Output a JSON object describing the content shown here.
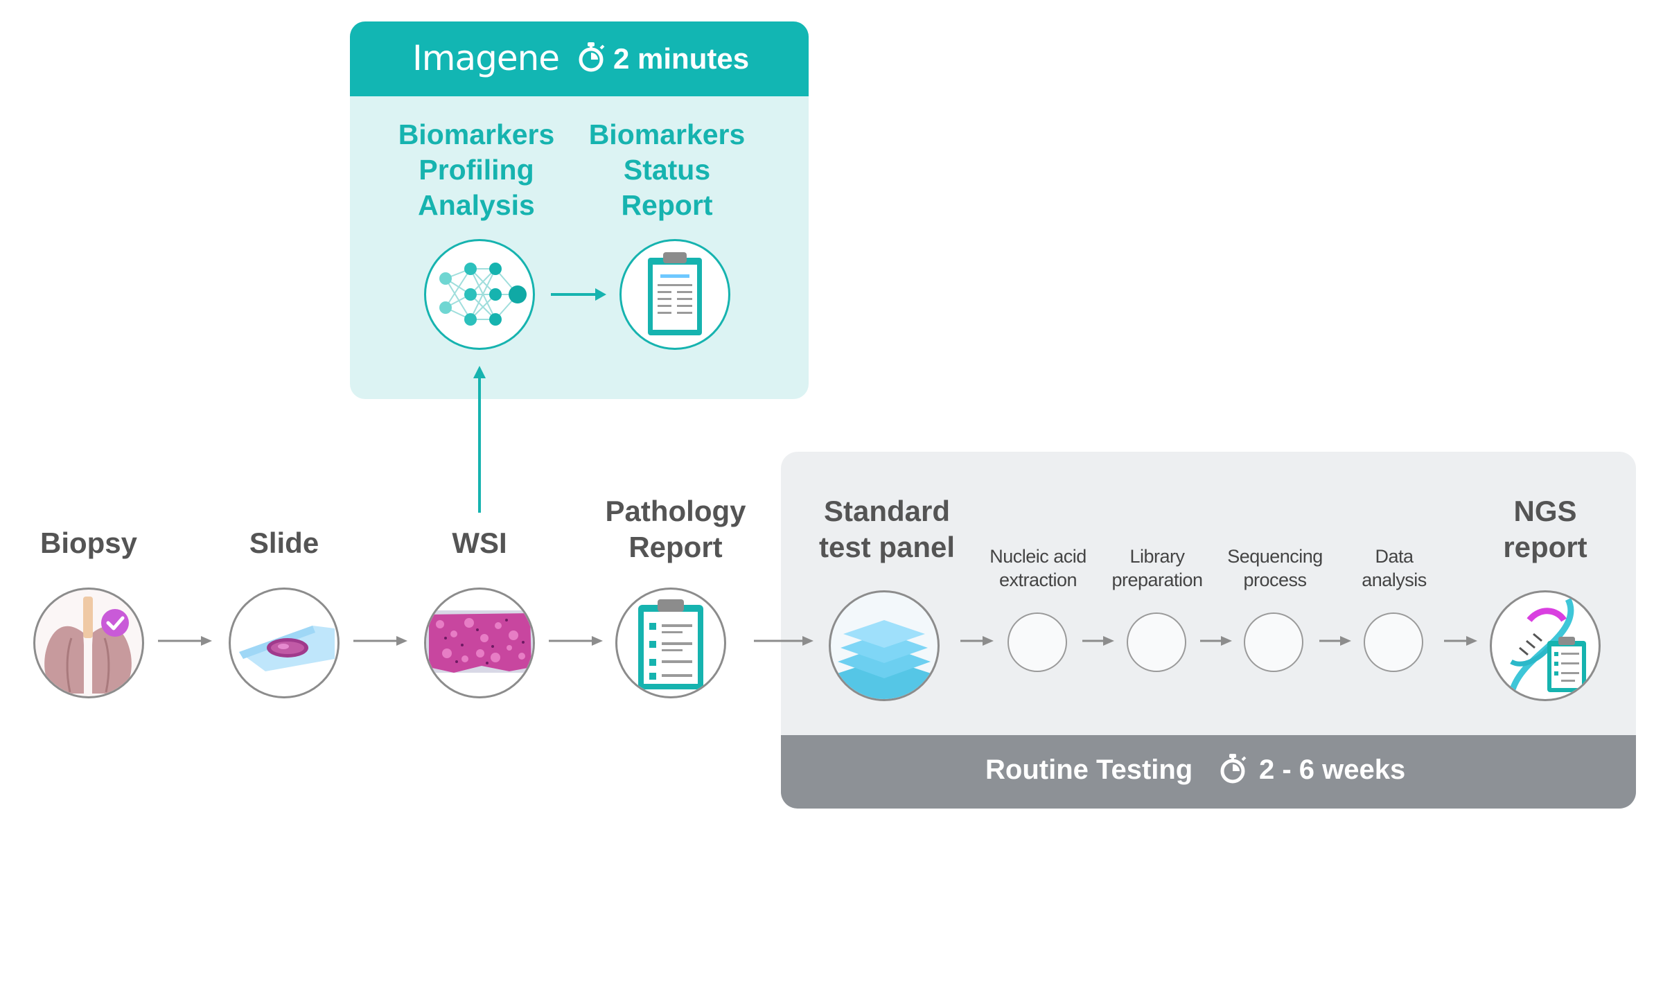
{
  "imagene": {
    "logo": "Imagene",
    "time": "2 minutes",
    "step_analysis": "Biomarkers\nProfiling\nAnalysis",
    "step_report": "Biomarkers\nStatus\nReport"
  },
  "pipeline": {
    "biopsy": "Biopsy",
    "slide": "Slide",
    "wsi": "WSI",
    "pathology": "Pathology\nReport"
  },
  "routine": {
    "standard_panel": "Standard\ntest panel",
    "substeps": [
      "Nucleic acid\nextraction",
      "Library\npreparation",
      "Sequencing\nprocess",
      "Data\nanalysis"
    ],
    "ngs": "NGS\nreport",
    "label": "Routine Testing",
    "duration": "2 - 6  weeks"
  },
  "colors": {
    "teal": "#16b3af",
    "teal_header": "#12b6b3",
    "panel_teal_bg": "#dcf3f3",
    "panel_gray_bg": "#edeff1",
    "footer_gray": "#8d9196",
    "text_dark": "#545454"
  },
  "icons": [
    "stopwatch-icon",
    "lungs-icon",
    "check-icon",
    "slide-icon",
    "tissue-icon",
    "neural-network-icon",
    "clipboard-icon",
    "layers-icon",
    "dna-icon",
    "arrow-icon"
  ]
}
